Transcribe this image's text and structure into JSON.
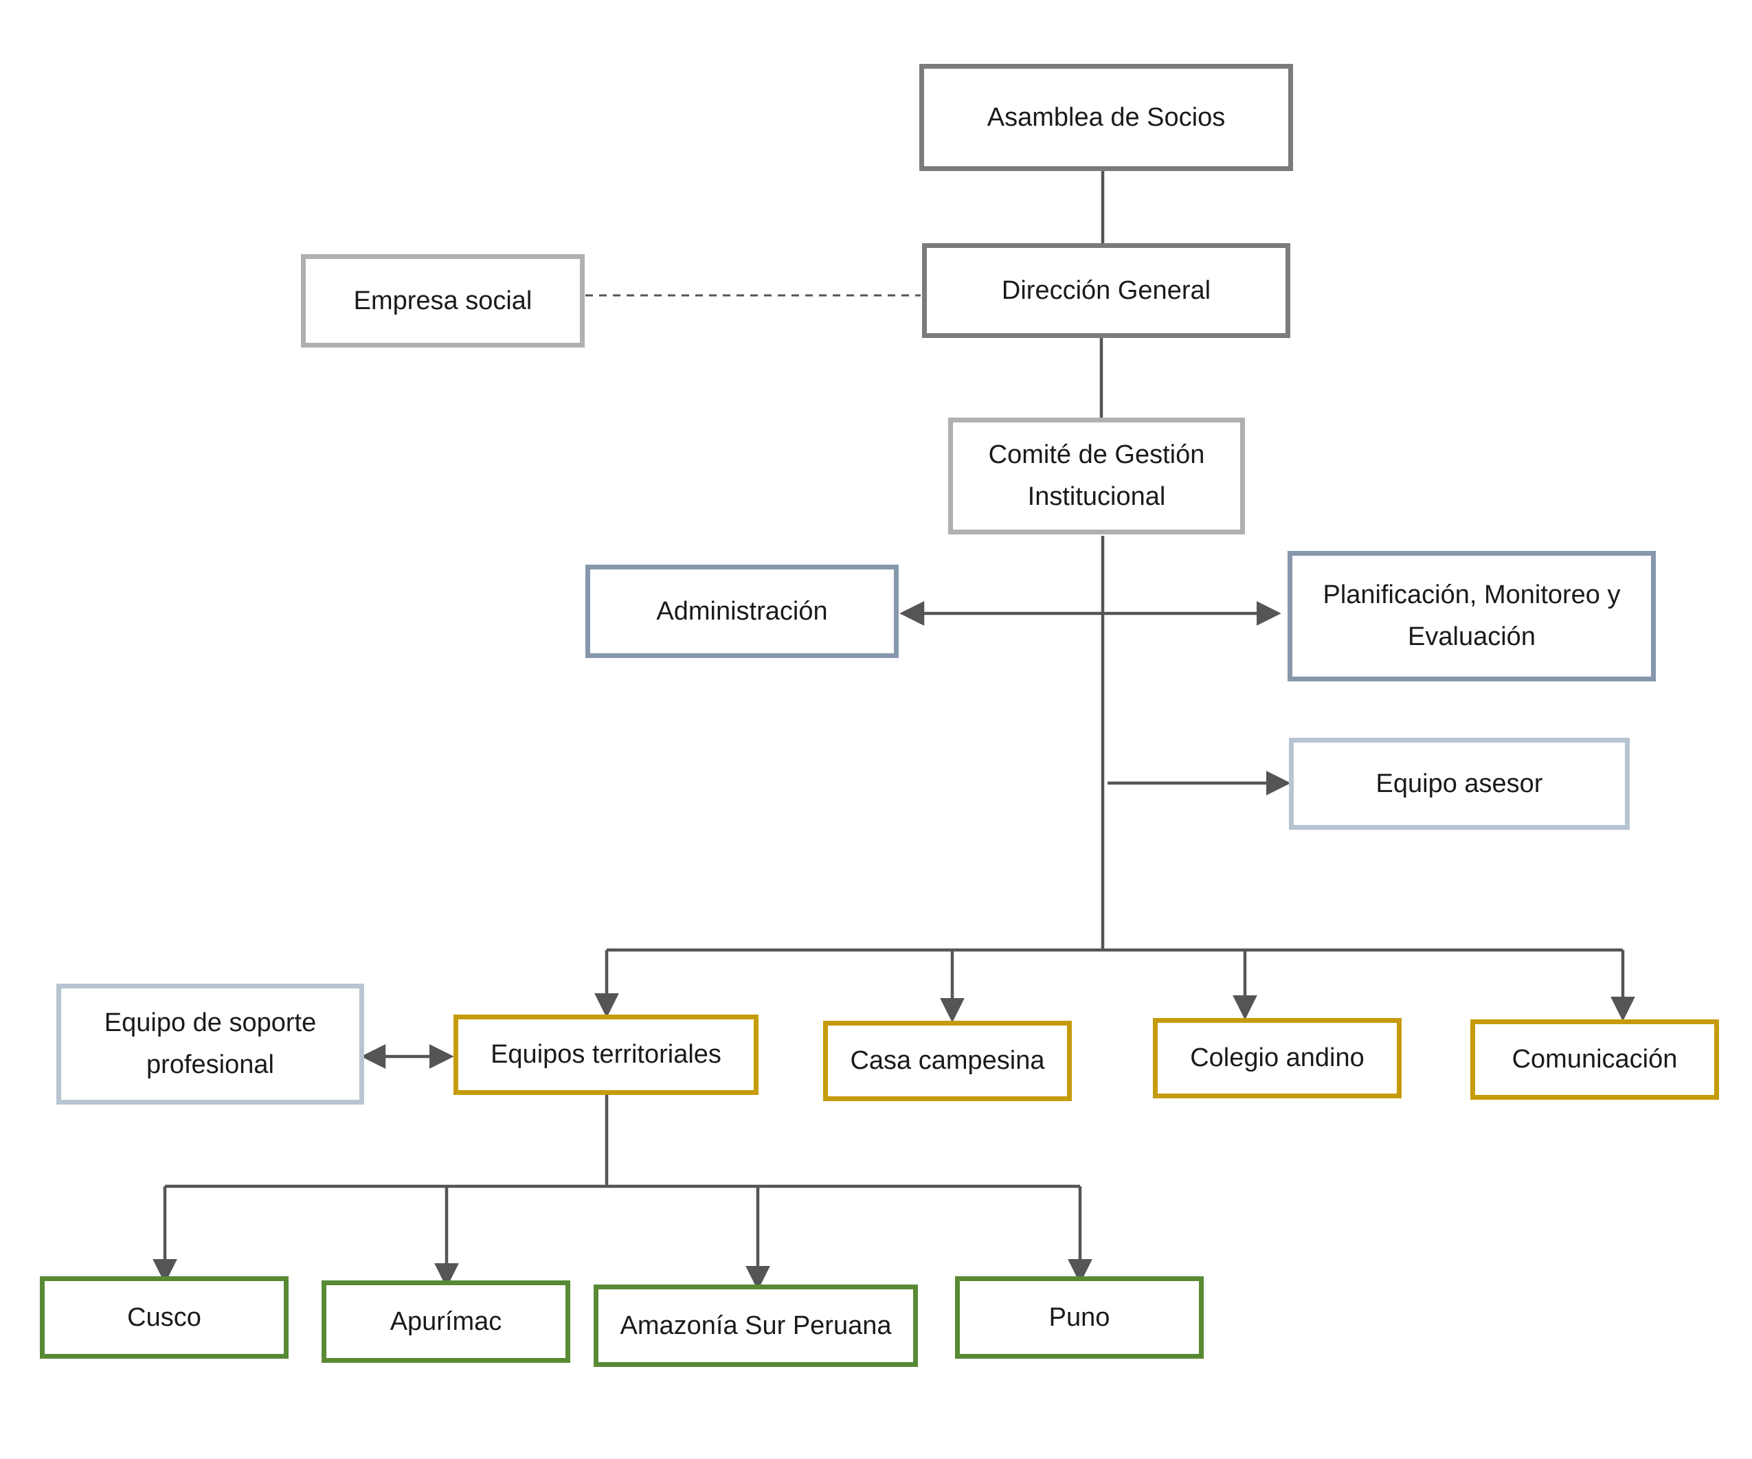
{
  "diagram": {
    "colors": {
      "line": "#555555",
      "dark_gray": "#7b7b7b",
      "light_gray": "#b0b0b0",
      "blue": "#8797ac",
      "light_blue": "#b8c4d2",
      "gold": "#c59b0b",
      "green": "#588a34"
    },
    "nodes": {
      "asamblea": "Asamblea de Socios",
      "direccion": "Dirección General",
      "empresa": "Empresa social",
      "comite": "Comité de Gestión Institucional",
      "administracion": "Administración",
      "planificacion": "Planificación, Monitoreo y Evaluación",
      "asesor": "Equipo asesor",
      "soporte": "Equipo de soporte profesional",
      "territoriales": "Equipos territoriales",
      "casa": "Casa campesina",
      "colegio": "Colegio andino",
      "comunicacion": "Comunicación",
      "cusco": "Cusco",
      "apurimac": "Apurímac",
      "amazonia": "Amazonía Sur Peruana",
      "puno": "Puno"
    }
  }
}
